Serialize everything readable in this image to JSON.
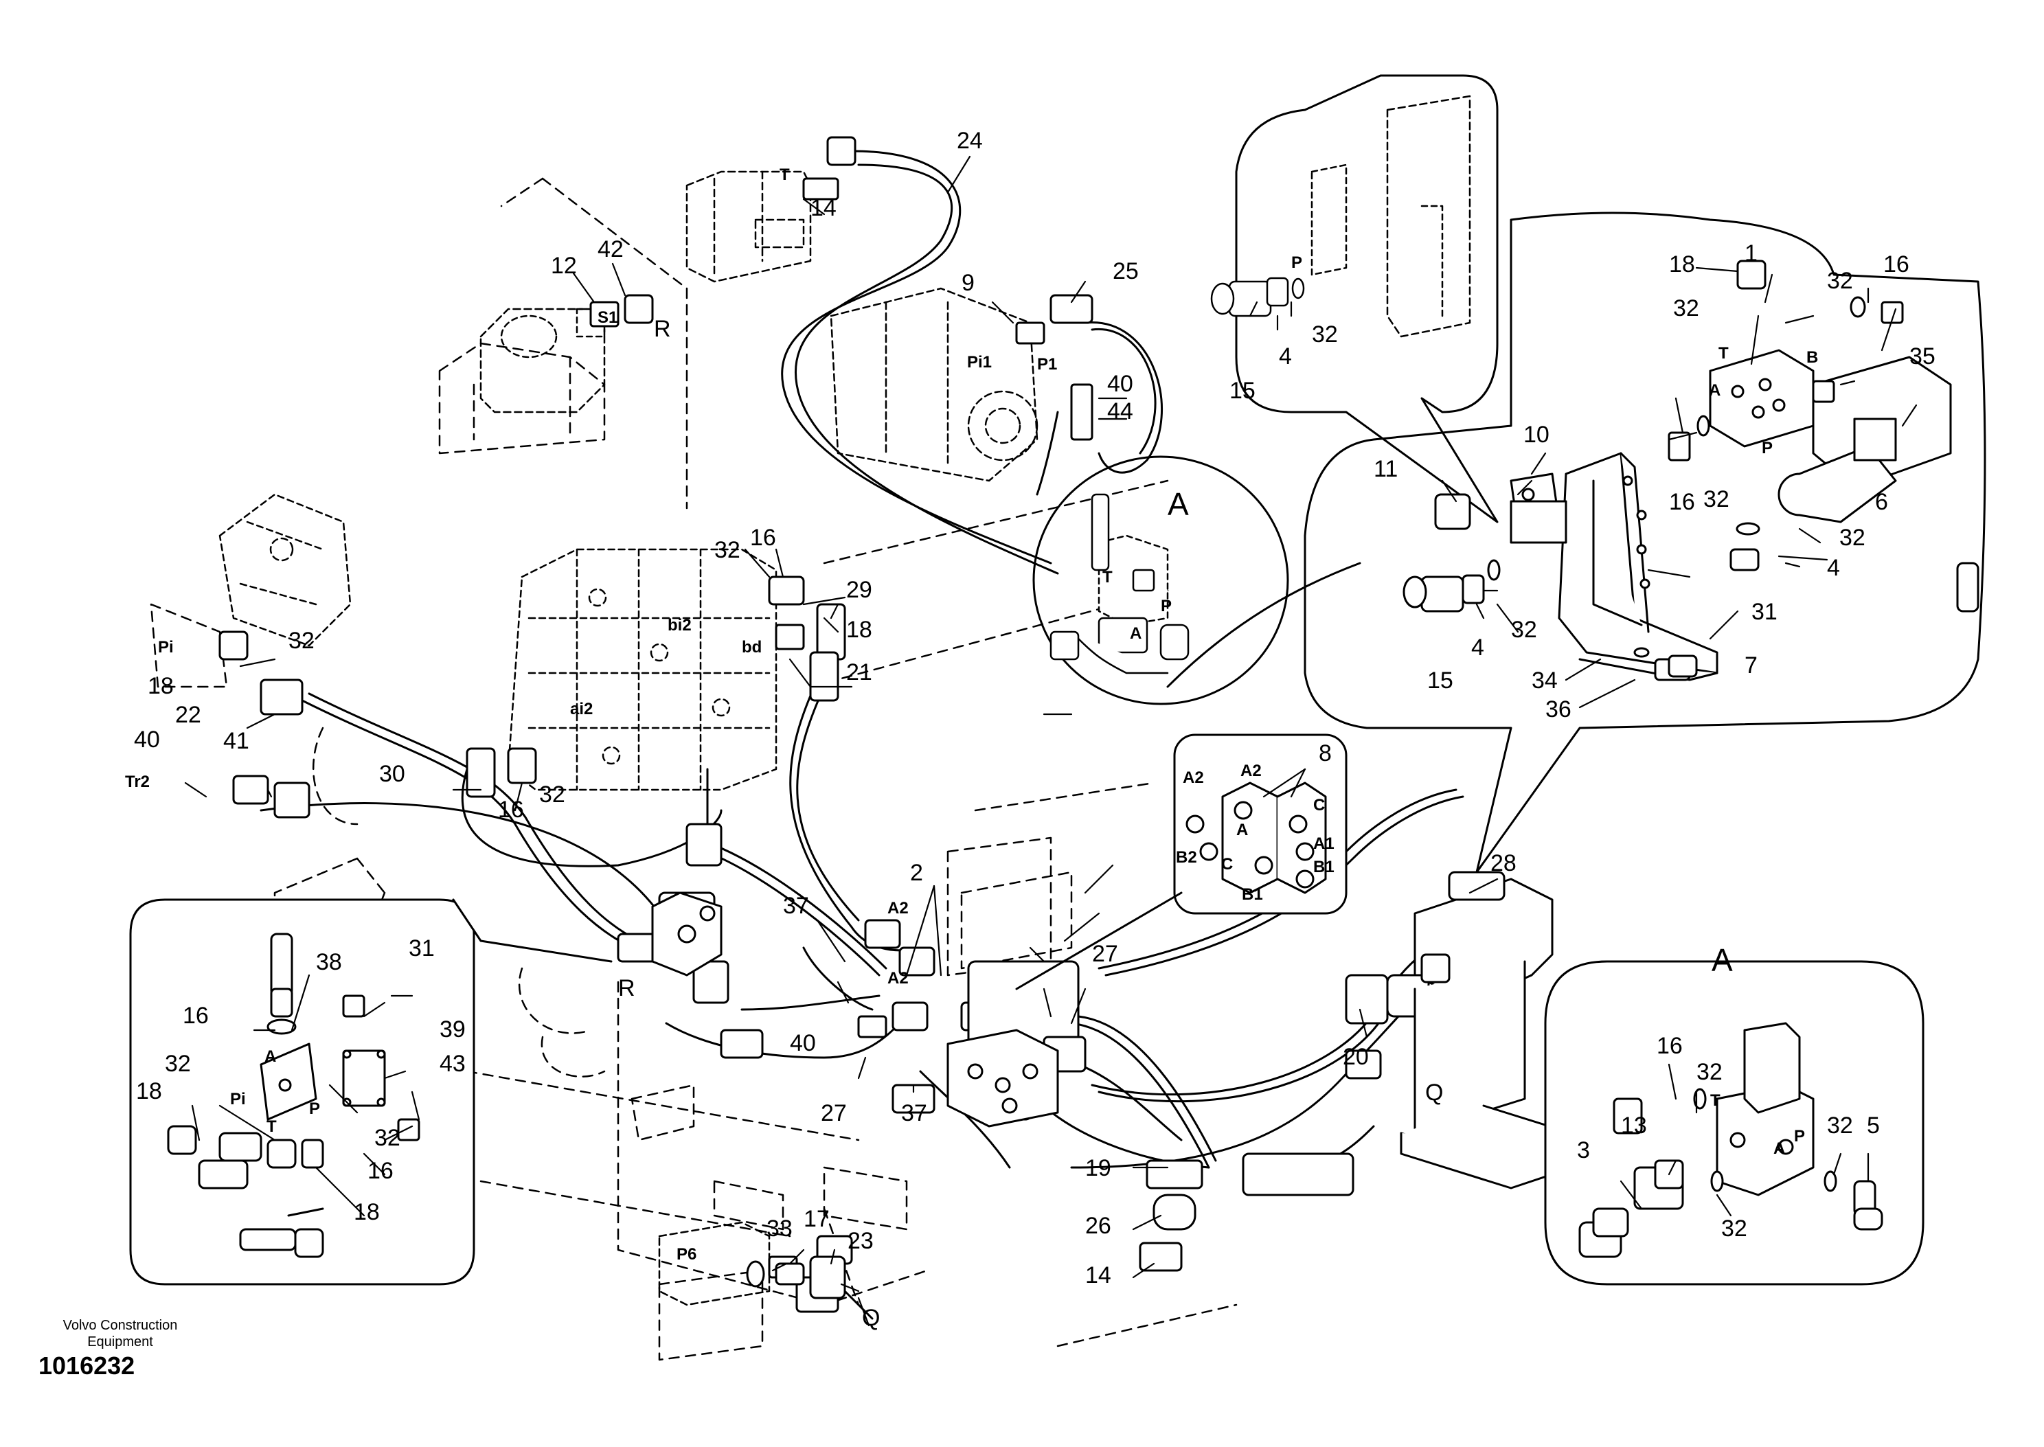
{
  "footer": {
    "brand_line1": "Volvo Construction",
    "brand_line2": "Equipment",
    "drawing_number": "1016232"
  },
  "callouts": [
    "1",
    "2",
    "3",
    "4",
    "5",
    "6",
    "7",
    "8",
    "9",
    "10",
    "11",
    "12",
    "13",
    "14",
    "15",
    "16",
    "17",
    "18",
    "19",
    "20",
    "21",
    "22",
    "23",
    "24",
    "25",
    "26",
    "27",
    "28",
    "29",
    "30",
    "31",
    "32",
    "33",
    "34",
    "35",
    "36",
    "37",
    "38",
    "39",
    "40",
    "41",
    "42",
    "43",
    "44"
  ],
  "port_labels": {
    "t": "T",
    "r": "R",
    "s1": "S1",
    "pi": "Pi",
    "pi1": "Pi1",
    "p1": "P1",
    "bi2": "bi2",
    "bd": "bd",
    "ai2": "ai2",
    "tr2": "Tr2",
    "a": "A",
    "b": "B",
    "p": "P",
    "q": "Q",
    "a2": "A2",
    "a1": "A1",
    "b1": "B1",
    "b2": "B2",
    "c": "C",
    "p6": "P6"
  },
  "detail_label": "A"
}
